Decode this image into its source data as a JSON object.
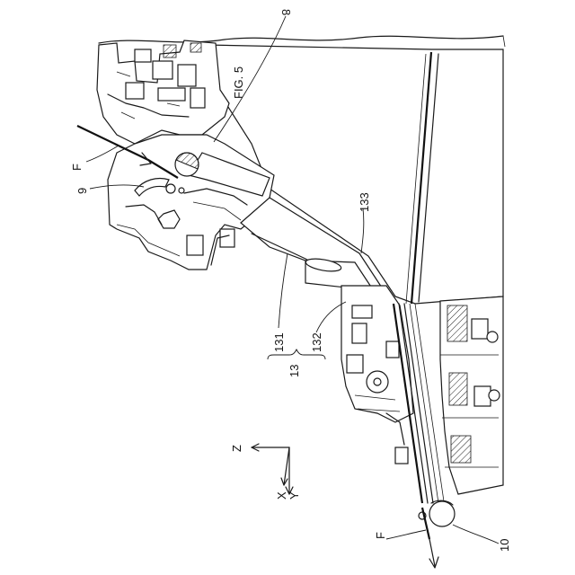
{
  "labels": {
    "l8": "8",
    "lF_top": "F",
    "l9": "9",
    "l133": "133",
    "l131": "131",
    "l132": "132",
    "l13": "13",
    "lZ": "Z",
    "lX": "X",
    "lY": "Y",
    "lF_bottom": "F",
    "l10": "10",
    "lFig": "FIG. 5"
  }
}
